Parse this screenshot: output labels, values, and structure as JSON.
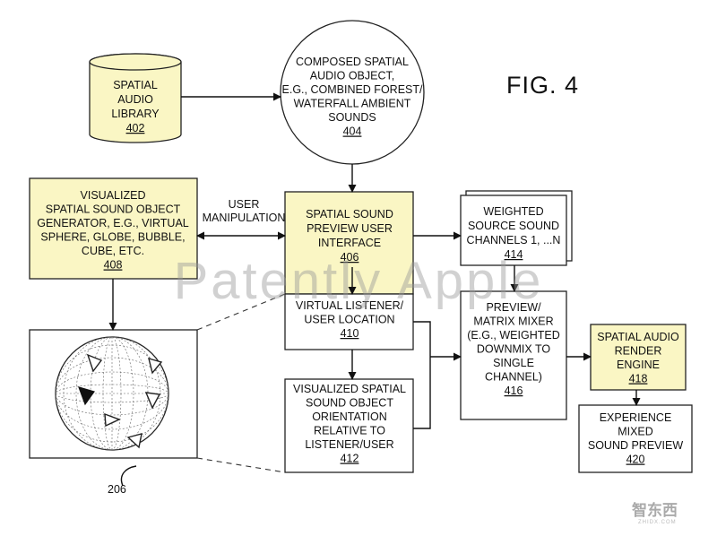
{
  "figure_label": "FIG. 4",
  "watermark": "Patently Apple",
  "logo": {
    "text": "智东西",
    "subtext": "ZHIDX.COM"
  },
  "colors": {
    "highlight_fill": "#FAF6C4",
    "stroke": "#222222",
    "background": "#ffffff"
  },
  "nodes": {
    "n402": {
      "lines": [
        "SPATIAL",
        "AUDIO",
        "LIBRARY"
      ],
      "ref": "402"
    },
    "n404": {
      "lines": [
        "COMPOSED SPATIAL",
        "AUDIO OBJECT,",
        "E.G., COMBINED FOREST/",
        "WATERFALL AMBIENT",
        "SOUNDS"
      ],
      "ref": "404"
    },
    "n408": {
      "lines": [
        "VISUALIZED",
        "SPATIAL SOUND OBJECT",
        "GENERATOR, E.G., VIRTUAL",
        "SPHERE, GLOBE, BUBBLE,",
        "CUBE, ETC."
      ],
      "ref": "408"
    },
    "n406": {
      "lines": [
        "SPATIAL SOUND",
        "PREVIEW USER",
        "INTERFACE"
      ],
      "ref": "406"
    },
    "n414": {
      "lines": [
        "WEIGHTED",
        "SOURCE SOUND",
        "CHANNELS 1, ...N"
      ],
      "ref": "414"
    },
    "n410": {
      "lines": [
        "VIRTUAL LISTENER/",
        "USER LOCATION"
      ],
      "ref": "410"
    },
    "n416": {
      "lines": [
        "PREVIEW/",
        "MATRIX MIXER",
        "(E.G., WEIGHTED",
        "DOWNMIX TO",
        "SINGLE",
        "CHANNEL)"
      ],
      "ref": "416"
    },
    "n418": {
      "lines": [
        "SPATIAL AUDIO",
        "RENDER",
        "ENGINE"
      ],
      "ref": "418"
    },
    "n412": {
      "lines": [
        "VISUALIZED SPATIAL",
        "SOUND OBJECT",
        "ORIENTATION",
        "RELATIVE TO",
        "LISTENER/USER"
      ],
      "ref": "412"
    },
    "n420": {
      "lines": [
        "EXPERIENCE",
        "MIXED",
        "SOUND PREVIEW"
      ],
      "ref": "420"
    }
  },
  "edge_labels": {
    "user_manipulation": [
      "USER",
      "MANIPULATION"
    ]
  },
  "callout_ref": "206"
}
